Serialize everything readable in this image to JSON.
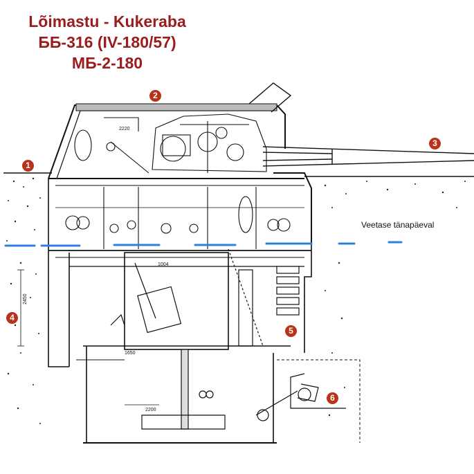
{
  "title_lines": [
    "Lõimastu - Kukeraba",
    "ББ-316 (IV-180/57)",
    "МБ-2-180"
  ],
  "water_level_label": "Veetase tänapäeval",
  "markers": [
    "1",
    "2",
    "3",
    "4",
    "5",
    "6"
  ],
  "drawing_labels": [
    "2220",
    "1004",
    "1650",
    "2200",
    "2450"
  ],
  "colors": {
    "title": "#9b1c1c",
    "marker": "#b8331a",
    "water_line": "#2f7fe0",
    "ink": "#111111"
  }
}
